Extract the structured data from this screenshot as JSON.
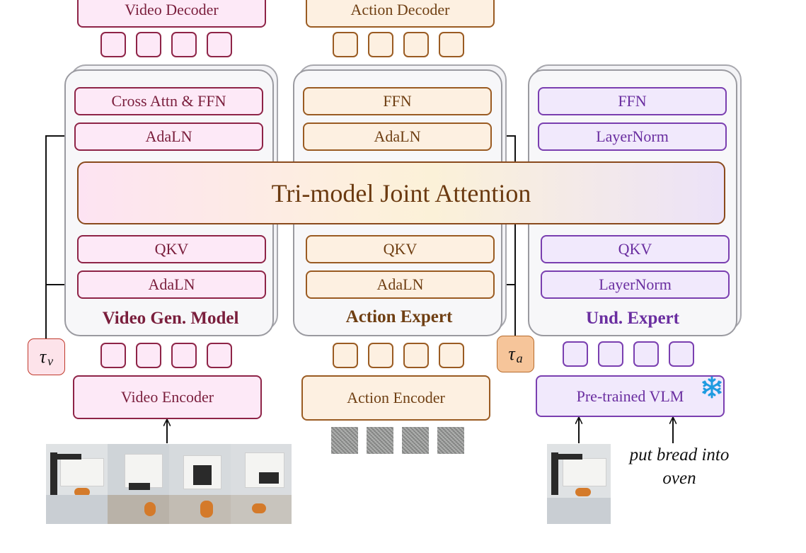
{
  "video_column": {
    "decoder": "Video Decoder",
    "blocks": [
      "Cross Attn & FFN",
      "AdaLN",
      "QKV",
      "AdaLN"
    ],
    "title": "Video Gen. Model",
    "encoder": "Video Encoder",
    "tau_base": "τ",
    "tau_sub": "v"
  },
  "action_column": {
    "decoder": "Action Decoder",
    "blocks": [
      "FFN",
      "AdaLN",
      "QKV",
      "AdaLN"
    ],
    "title": "Action Expert",
    "encoder": "Action Encoder",
    "tau_base": "τ",
    "tau_sub": "a"
  },
  "und_column": {
    "blocks": [
      "FFN",
      "LayerNorm",
      "QKV",
      "LayerNorm"
    ],
    "title": "Und. Expert",
    "encoder": "Pre-trained VLM",
    "frozen_icon": "snowflake-icon",
    "instruction": "put bread into oven"
  },
  "joint_attention": "Tri-model Joint Attention",
  "colors": {
    "video": "#8e2447",
    "action": "#9a5b22",
    "und": "#7a3fb0",
    "frame": "#9a9aa0"
  }
}
